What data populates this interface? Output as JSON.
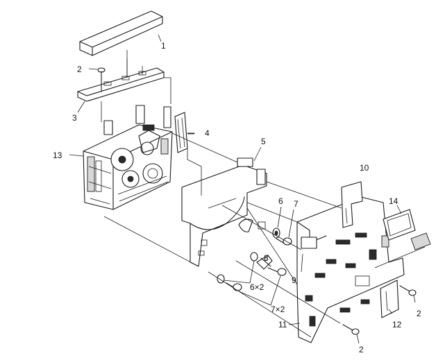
{
  "diagram": {
    "callouts": [
      {
        "id": "c1",
        "text": "1"
      },
      {
        "id": "c2a",
        "text": "2"
      },
      {
        "id": "c3",
        "text": "3"
      },
      {
        "id": "c4",
        "text": "4"
      },
      {
        "id": "c13",
        "text": "13"
      },
      {
        "id": "c5",
        "text": "5"
      },
      {
        "id": "c10",
        "text": "10"
      },
      {
        "id": "c6",
        "text": "6"
      },
      {
        "id": "c7",
        "text": "7"
      },
      {
        "id": "c14",
        "text": "14"
      },
      {
        "id": "c8",
        "text": "8"
      },
      {
        "id": "c9",
        "text": "9"
      },
      {
        "id": "c6x2",
        "text": "6×2"
      },
      {
        "id": "c7x2",
        "text": "7×2"
      },
      {
        "id": "c2b",
        "text": "2"
      },
      {
        "id": "c11",
        "text": "11"
      },
      {
        "id": "c12",
        "text": "12"
      },
      {
        "id": "c2c",
        "text": "2"
      }
    ]
  }
}
